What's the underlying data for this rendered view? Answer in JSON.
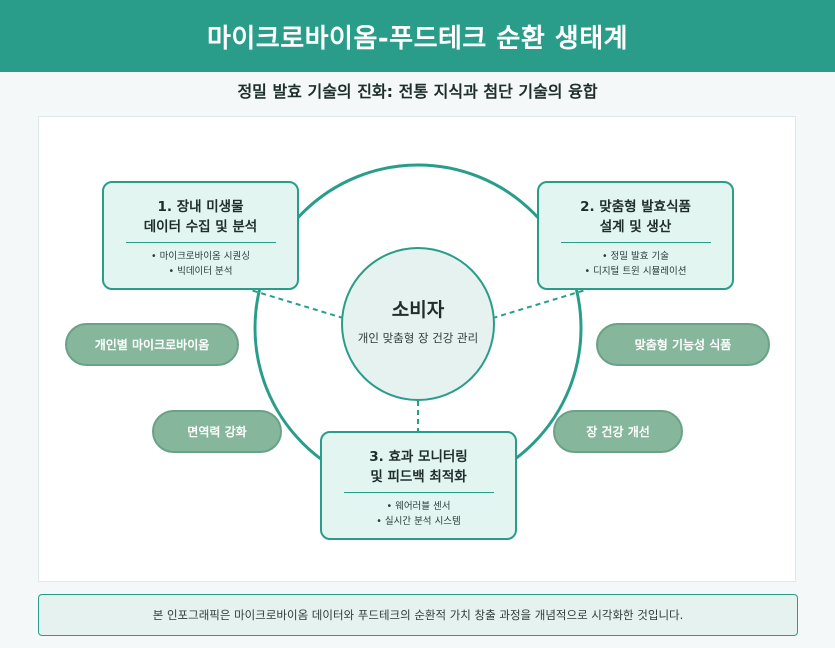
{
  "header": {
    "title": "마이크로바이옴-푸드테크 순환 생태계"
  },
  "subtitle": "정밀 발효 기술의 진화: 전통 지식과 첨단 기술의 융합",
  "center": {
    "title": "소비자",
    "subtitle": "개인 맞춤형 장 건강 관리"
  },
  "stages": [
    {
      "title_line1": "1. 장내 미생물",
      "title_line2": "데이터 수집 및 분석",
      "items": [
        "• 마이크로바이옴 시퀀싱",
        "• 빅데이터 분석"
      ]
    },
    {
      "title_line1": "2. 맞춤형 발효식품",
      "title_line2": "설계 및 생산",
      "items": [
        "• 정밀 발효 기술",
        "• 디지털 트윈 시뮬레이션"
      ]
    },
    {
      "title_line1": "3. 효과 모니터링",
      "title_line2": "및 피드백 최적화",
      "items": [
        "• 웨어러블 센서",
        "• 실시간 분석 시스템"
      ]
    }
  ],
  "pills": [
    "개인별 마이크로바이옴",
    "면역력 강화",
    "맞춤형 기능성 식품",
    "장 건강 개선"
  ],
  "footer": "본 인포그래픽은 마이크로바이옴 데이터와 푸드테크의 순환적 가치 창출 과정을 개념적으로 시각화한 것입니다.",
  "colors": {
    "primary": "#2a9d8a",
    "box_fill": "#e3f5f1",
    "pill_fill": "#86b79c",
    "center_fill": "#e6f2ef"
  }
}
